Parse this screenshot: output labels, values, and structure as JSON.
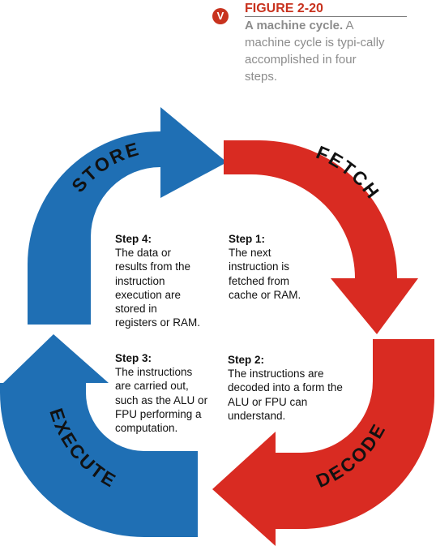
{
  "figure": {
    "number": "FIGURE 2-20",
    "title": "A machine cycle.",
    "description": "A machine cycle is typi-cally accomplished in four steps.",
    "badge_glyph": "V"
  },
  "colors": {
    "store_execute_blue": "#1f6fb4",
    "fetch_decode_red": "#d92b22",
    "accent_red": "#c8321e",
    "caption_gray": "#8c8c8c"
  },
  "arrows": {
    "store": "STORE",
    "fetch": "FETCH",
    "decode": "DECODE",
    "execute": "EXECUTE"
  },
  "steps": [
    {
      "title": "Step 1:",
      "body": "The next\ninstruction is\nfetched from\ncache or RAM."
    },
    {
      "title": "Step 2:",
      "body": "The instructions are\ndecoded into a form the\nALU or FPU can\nunderstand."
    },
    {
      "title": "Step 3:",
      "body": "The instructions\nare carried out,\nsuch as the ALU or\nFPU performing a\ncomputation."
    },
    {
      "title": "Step 4:",
      "body": "The data or\nresults from the\ninstruction\nexecution are\nstored in\nregisters or RAM."
    }
  ]
}
